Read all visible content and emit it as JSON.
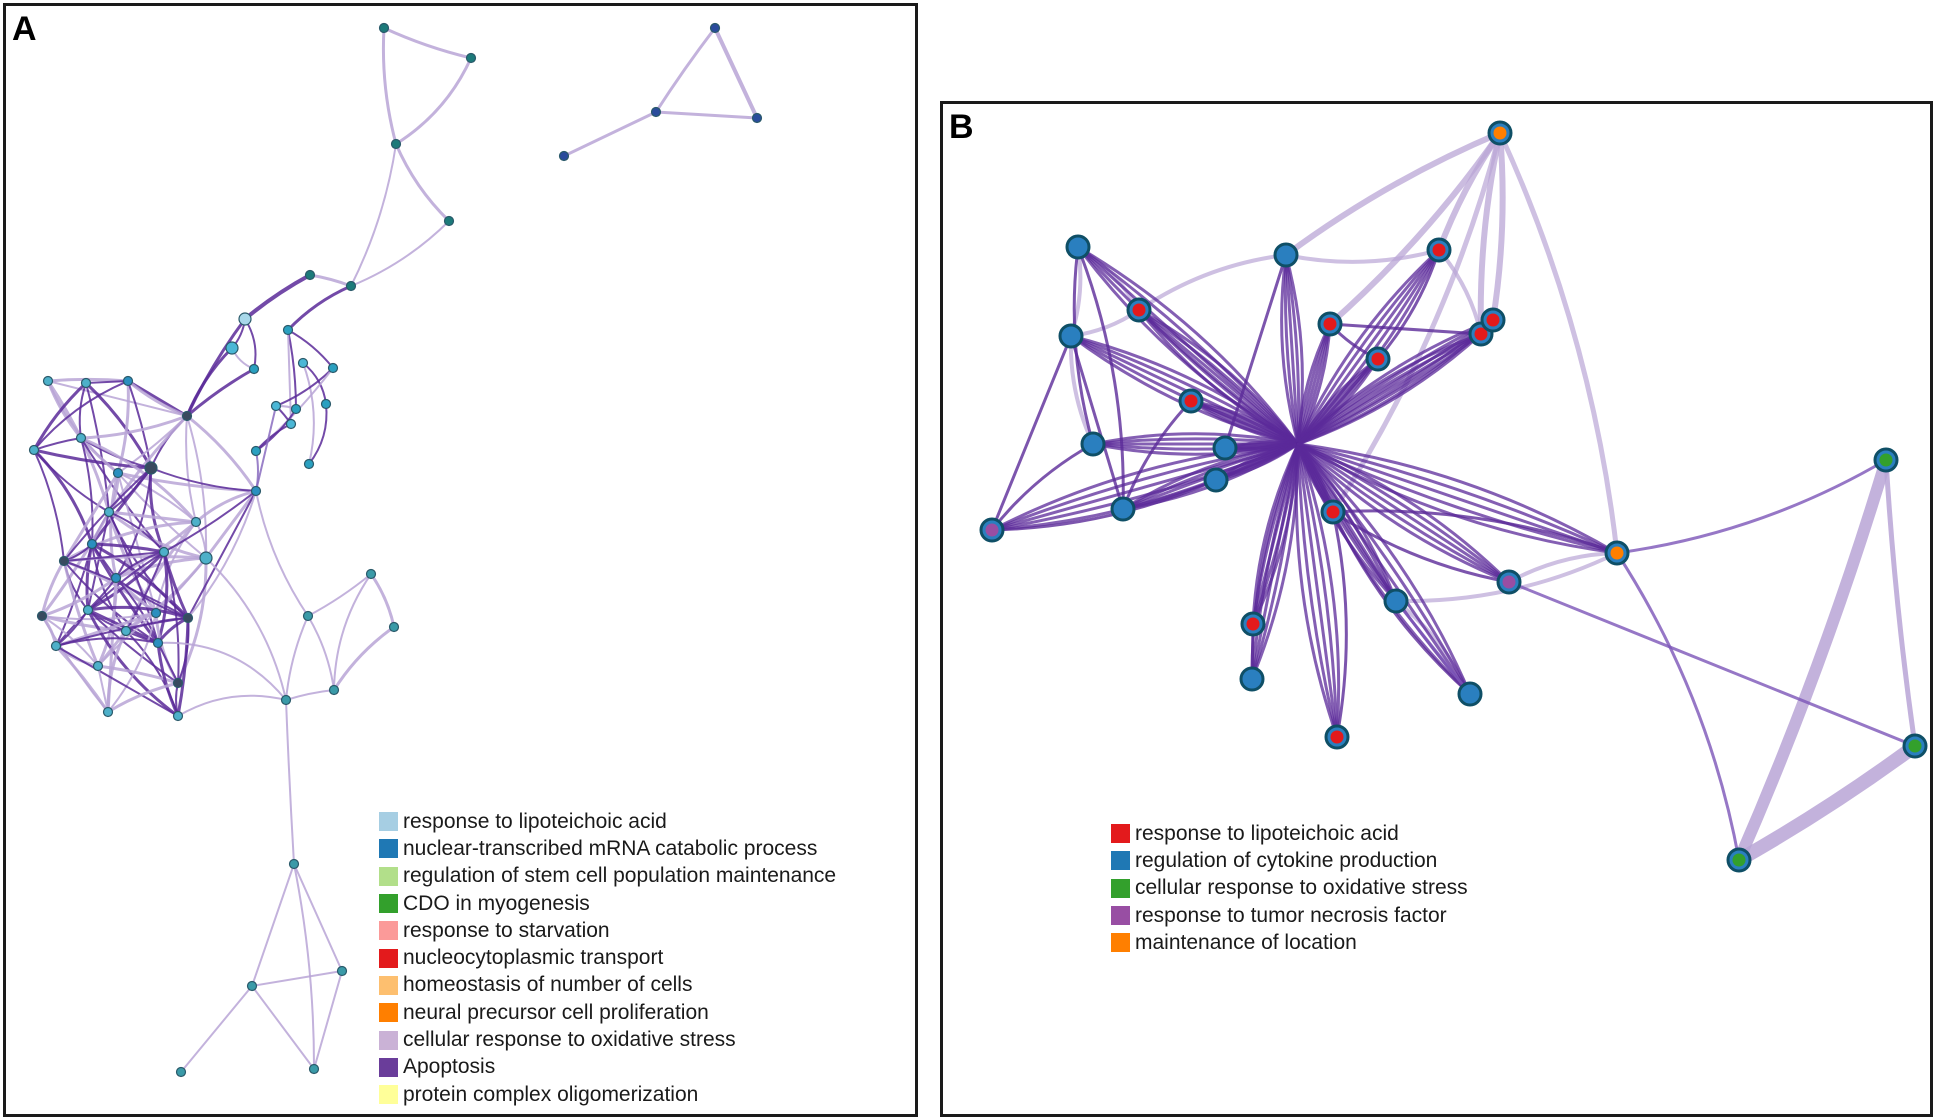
{
  "panel_a": {
    "label": "A",
    "legend": [
      {
        "label": "response to lipoteichoic acid",
        "color": "#a6cee3"
      },
      {
        "label": "nuclear-transcribed mRNA catabolic process",
        "color": "#1f78b4"
      },
      {
        "label": "regulation of stem cell population maintenance",
        "color": "#b2df8a"
      },
      {
        "label": "CDO in myogenesis",
        "color": "#33a02c"
      },
      {
        "label": "response to starvation",
        "color": "#fb9a99"
      },
      {
        "label": "nucleocytoplasmic transport",
        "color": "#e31a1c"
      },
      {
        "label": "homeostasis of number of cells",
        "color": "#fdbf6f"
      },
      {
        "label": "neural precursor cell proliferation",
        "color": "#ff7f00"
      },
      {
        "label": "cellular response to oxidative stress",
        "color": "#cab2d6"
      },
      {
        "label": "Apoptosis",
        "color": "#6a3d9a"
      },
      {
        "label": "protein complex oligomerization",
        "color": "#ffff99"
      }
    ]
  },
  "panel_b": {
    "label": "B",
    "legend": [
      {
        "label": "response to lipoteichoic acid",
        "color": "#e31a1c"
      },
      {
        "label": "regulation of cytokine production",
        "color": "#1f78b4"
      },
      {
        "label": "cellular response to oxidative stress",
        "color": "#33a02c"
      },
      {
        "label": "response to tumor necrosis factor",
        "color": "#984ea3"
      },
      {
        "label": "maintenance of location",
        "color": "#ff7f00"
      }
    ]
  }
}
